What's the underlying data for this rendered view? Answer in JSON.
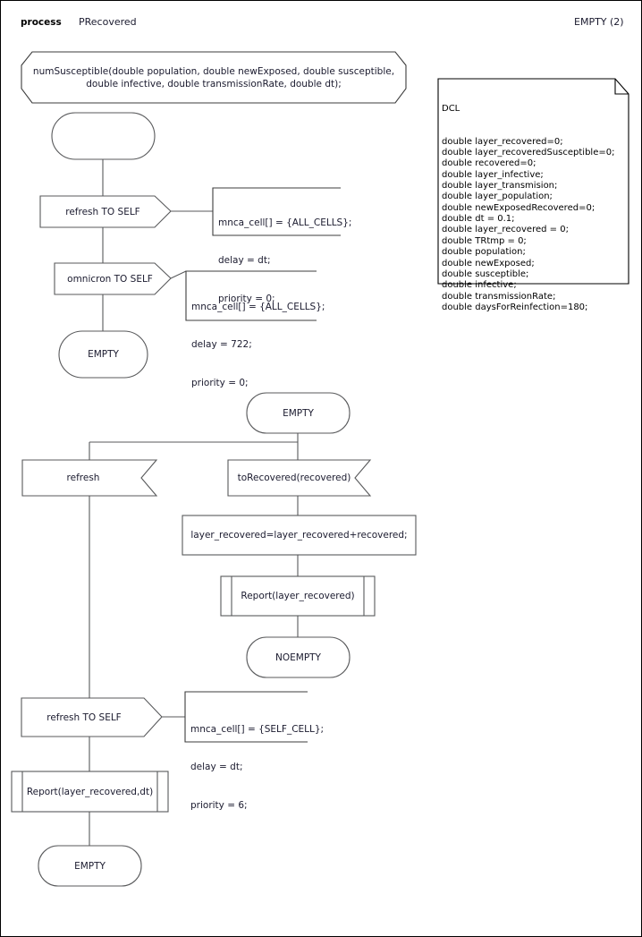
{
  "header": {
    "keyword": "process",
    "process_name": "PRecovered",
    "page_label": "EMPTY (2)"
  },
  "signal_decl": {
    "line1": "numSusceptible(double population, double newExposed, double susceptible,",
    "line2": "double infective, double transmissionRate, double dt);"
  },
  "dcl_note": {
    "title": "DCL",
    "lines": [
      "double layer_recovered=0;",
      "double layer_recoveredSusceptible=0;",
      "double recovered=0;",
      "double layer_infective;",
      "double layer_transmision;",
      "double layer_population;",
      "double newExposedRecovered=0;",
      "double dt = 0.1;",
      "double layer_recovered = 0;",
      "double TRtmp = 0;",
      "double population;",
      "double newExposed;",
      "double susceptible;",
      "double infective;",
      "double transmissionRate;",
      "double daysForReinfection=180;"
    ]
  },
  "flow": {
    "start_state": "",
    "output_refresh_self_1": "refresh TO SELF",
    "output_omnicron_self": "omnicron TO SELF",
    "state_empty_1": "EMPTY",
    "state_empty_2": "EMPTY",
    "input_refresh": "refresh",
    "input_torecovered": "toRecovered(recovered)",
    "task_layer_recovered": "layer_recovered=layer_recovered+recovered;",
    "proc_report_1": "Report(layer_recovered)",
    "state_noempty": "NOEMPTY",
    "output_refresh_self_2": "refresh TO SELF",
    "proc_report_2": "Report(layer_recovered,dt)",
    "state_empty_3": "EMPTY"
  },
  "comments": {
    "c1": [
      "mnca_cell[] = {ALL_CELLS};",
      "delay = dt;",
      "priority = 0;"
    ],
    "c2": [
      "mnca_cell[] = {ALL_CELLS};",
      "delay = 722;",
      "priority = 0;"
    ],
    "c3": [
      "mnca_cell[] = {SELF_CELL};",
      "delay = dt;",
      "priority = 6;"
    ]
  },
  "colors": {
    "stroke": "#58595b",
    "note_stroke": "#000000",
    "text": "#1a1a2e",
    "background": "#ffffff"
  }
}
